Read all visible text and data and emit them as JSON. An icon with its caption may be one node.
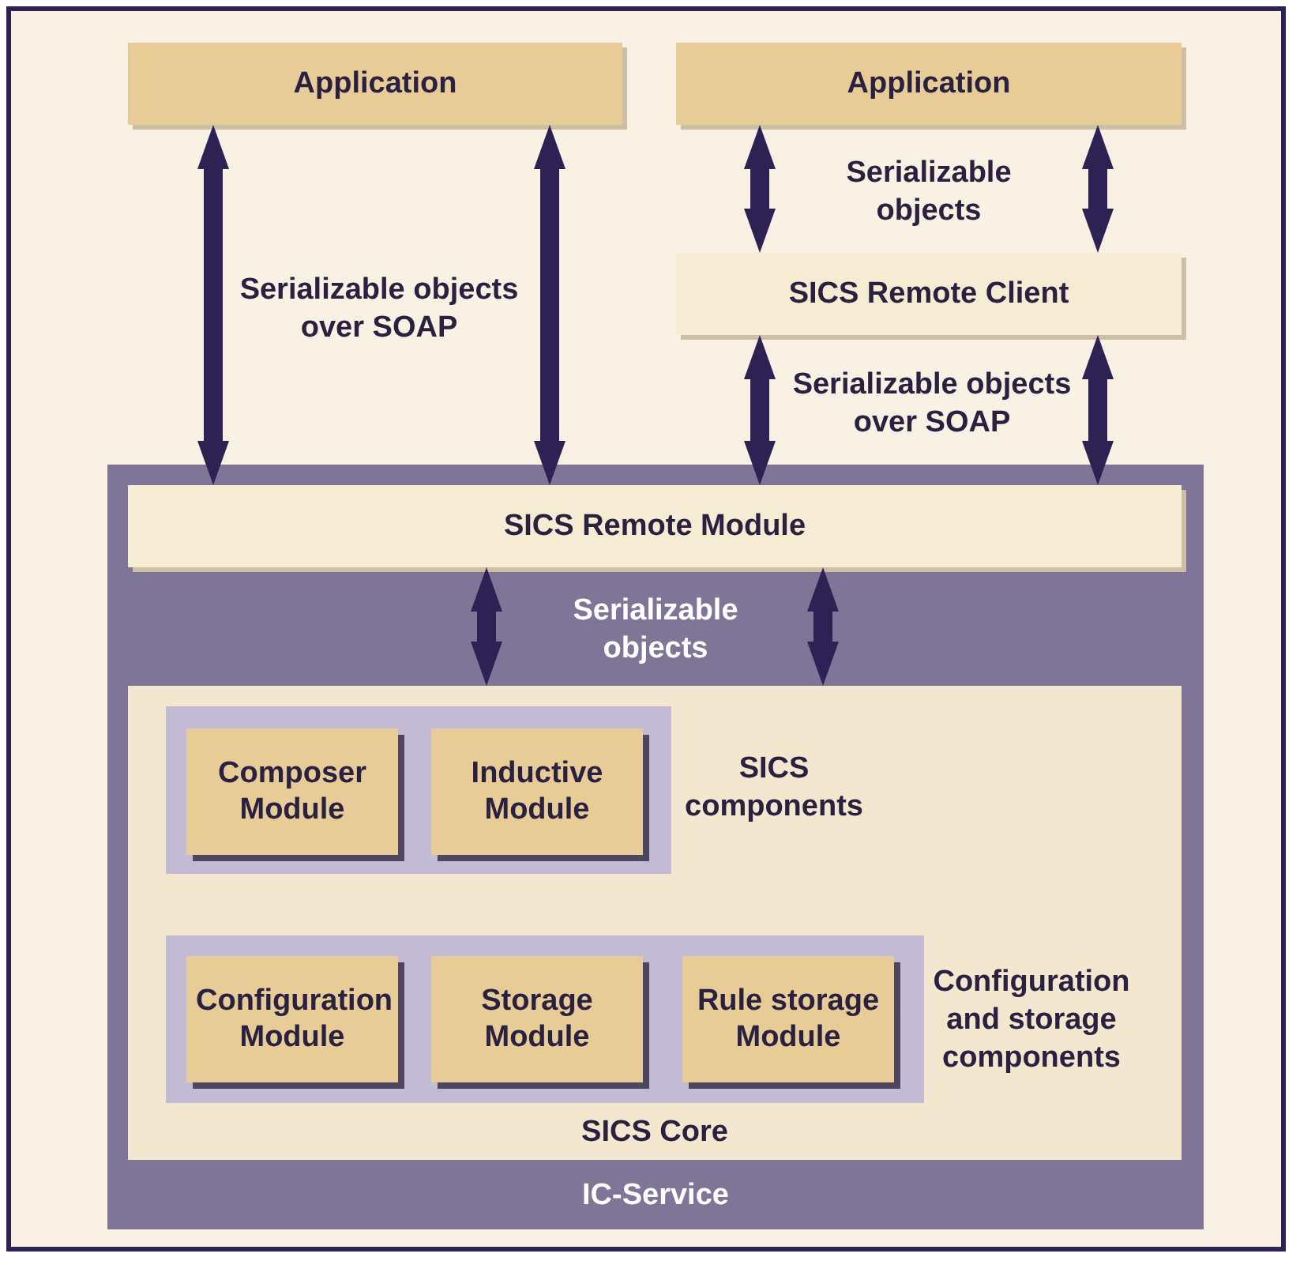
{
  "diagram": {
    "nodes": [
      {
        "text": [
          "Application"
        ]
      },
      {
        "text": [
          "Application"
        ]
      },
      {
        "text": [
          "SICS Remote Client"
        ]
      },
      {
        "text": [
          "IC-Service"
        ]
      },
      {
        "text": [
          "SICS Remote Module"
        ],
        "in": 3
      },
      {
        "text": [
          "SICS Core"
        ],
        "in": 3
      },
      {
        "text": [],
        "shape": "box",
        "in": 5,
        "beside": [
          "SICS components"
        ]
      },
      {
        "text": [
          "Composer Module"
        ],
        "in": 6
      },
      {
        "text": [
          "Inductive Module"
        ],
        "in": 6
      },
      {
        "text": [],
        "shape": "box",
        "in": 5,
        "beside": [
          "Configuration and storage components"
        ]
      },
      {
        "text": [
          "Configuration Module"
        ],
        "in": 9
      },
      {
        "text": [
          "Storage Module"
        ],
        "in": 9
      },
      {
        "text": [
          "Rule storage Module"
        ],
        "in": 9
      }
    ],
    "edges": [
      {
        "from": 0,
        "to": 4,
        "arrow": "both"
      },
      {
        "from": 0,
        "to": 4,
        "arrow": "both"
      },
      {
        "from": 1,
        "to": 2,
        "arrow": "both"
      },
      {
        "from": 1,
        "to": 2,
        "arrow": "both"
      },
      {
        "from": 2,
        "to": 4,
        "arrow": "both"
      },
      {
        "from": 2,
        "to": 4,
        "arrow": "both"
      },
      {
        "from": 4,
        "to": 5,
        "arrow": "both"
      },
      {
        "from": 4,
        "to": 5,
        "arrow": "both"
      }
    ],
    "labels": [
      "Serializable objects",
      "Serializable objects over SOAP",
      "Serializable objects over SOAP",
      "Serializable objects"
    ]
  }
}
